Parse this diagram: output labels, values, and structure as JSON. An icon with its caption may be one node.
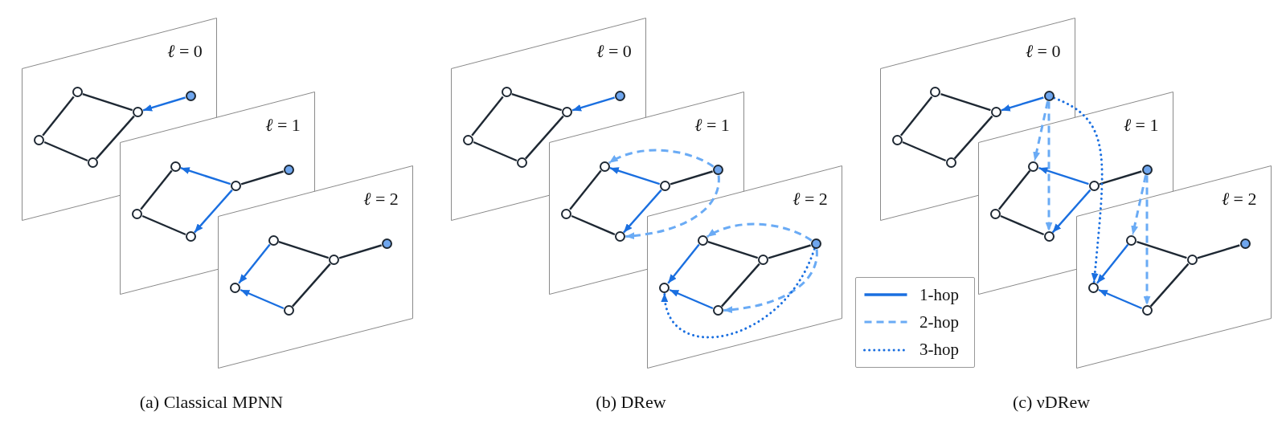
{
  "diagram": {
    "nodes": [
      {
        "text": [
          "*ℓ* = 0"
        ]
      },
      {
        "text": [],
        "shape": "circle",
        "in": 0
      },
      {
        "text": [],
        "shape": "circle",
        "in": 0
      },
      {
        "text": [],
        "shape": "circle",
        "in": 0
      },
      {
        "text": [],
        "shape": "circle",
        "in": 0
      },
      {
        "text": [],
        "shape": "circle",
        "in": 0
      },
      {
        "text": [
          "*ℓ* = 1"
        ]
      },
      {
        "text": [],
        "shape": "circle"
      },
      {
        "text": [],
        "shape": "circle",
        "in": 6
      },
      {
        "text": [],
        "shape": "circle",
        "in": 6
      },
      {
        "text": [],
        "shape": "circle",
        "in": 6
      },
      {
        "text": [],
        "shape": "circle",
        "in": 6
      },
      {
        "text": [
          "*ℓ* = 2"
        ]
      },
      {
        "text": [],
        "shape": "circle"
      },
      {
        "text": [],
        "shape": "circle",
        "in": 12
      },
      {
        "text": [],
        "shape": "circle",
        "in": 12
      },
      {
        "text": [],
        "shape": "circle",
        "in": 12
      },
      {
        "text": [],
        "shape": "circle",
        "in": 12
      },
      {
        "text": [
          "*ℓ* = 0"
        ]
      },
      {
        "text": [],
        "shape": "circle",
        "in": 18
      },
      {
        "text": [],
        "shape": "circle",
        "in": 18
      },
      {
        "text": [],
        "shape": "circle",
        "in": 18
      },
      {
        "text": [],
        "shape": "circle",
        "in": 18
      },
      {
        "text": [],
        "shape": "circle",
        "in": 18
      },
      {
        "text": [
          "*ℓ* = 1"
        ]
      },
      {
        "text": [],
        "shape": "circle"
      },
      {
        "text": [],
        "shape": "circle",
        "in": 24
      },
      {
        "text": [],
        "shape": "circle",
        "in": 24
      },
      {
        "text": [],
        "shape": "circle",
        "in": 24
      },
      {
        "text": [],
        "shape": "circle",
        "in": 24
      },
      {
        "text": [
          "*ℓ* = 2"
        ]
      },
      {
        "text": [],
        "shape": "circle"
      },
      {
        "text": [],
        "shape": "circle",
        "in": 30
      },
      {
        "text": [],
        "shape": "circle",
        "in": 30
      },
      {
        "text": [],
        "shape": "circle",
        "in": 30
      },
      {
        "text": [],
        "shape": "circle",
        "in": 30
      },
      {
        "text": [
          "*ℓ* = 0"
        ]
      },
      {
        "text": [],
        "shape": "circle",
        "in": 36
      },
      {
        "text": [],
        "shape": "circle",
        "in": 36
      },
      {
        "text": [],
        "shape": "circle",
        "in": 36
      },
      {
        "text": [],
        "shape": "circle",
        "in": 36
      },
      {
        "text": [],
        "shape": "circle",
        "in": 36
      },
      {
        "text": [
          "*ℓ* = 1"
        ]
      },
      {
        "text": [],
        "shape": "circle"
      },
      {
        "text": [],
        "shape": "circle",
        "in": 42
      },
      {
        "text": [],
        "shape": "circle",
        "in": 42
      },
      {
        "text": [],
        "shape": "circle",
        "in": 42
      },
      {
        "text": [],
        "shape": "circle",
        "in": 42
      },
      {
        "text": [
          "*ℓ* = 2"
        ]
      },
      {
        "text": [],
        "shape": "circle"
      },
      {
        "text": [],
        "shape": "circle",
        "in": 48
      },
      {
        "text": [],
        "shape": "circle",
        "in": 48
      },
      {
        "text": [],
        "shape": "circle",
        "in": 48
      },
      {
        "text": [],
        "shape": "circle",
        "in": 48
      }
    ],
    "edges": [
      {
        "from": 5,
        "to": 2,
        "arrow": "to",
        "color": "#1a6fe0"
      },
      {
        "from": 1,
        "to": 2,
        "arrow": "none"
      },
      {
        "from": 2,
        "to": 3,
        "arrow": "none"
      },
      {
        "from": 3,
        "to": 4,
        "arrow": "none"
      },
      {
        "from": 4,
        "to": 1,
        "arrow": "none"
      },
      {
        "from": 8,
        "to": 7,
        "arrow": "to",
        "color": "#1a6fe0"
      },
      {
        "from": 8,
        "to": 9,
        "arrow": "to",
        "color": "#1a6fe0"
      },
      {
        "from": 9,
        "to": 10,
        "arrow": "none"
      },
      {
        "from": 10,
        "to": 7,
        "arrow": "none"
      },
      {
        "from": 8,
        "to": 11,
        "arrow": "none"
      },
      {
        "from": 13,
        "to": 16,
        "arrow": "to",
        "color": "#1a6fe0"
      },
      {
        "from": 15,
        "to": 16,
        "arrow": "to",
        "color": "#1a6fe0"
      },
      {
        "from": 13,
        "to": 14,
        "arrow": "none"
      },
      {
        "from": 14,
        "to": 15,
        "arrow": "none"
      },
      {
        "from": 14,
        "to": 17,
        "arrow": "none"
      },
      {
        "from": 23,
        "to": 20,
        "arrow": "to",
        "color": "#1a6fe0"
      },
      {
        "from": 19,
        "to": 20,
        "arrow": "none"
      },
      {
        "from": 20,
        "to": 21,
        "arrow": "none"
      },
      {
        "from": 21,
        "to": 22,
        "arrow": "none"
      },
      {
        "from": 22,
        "to": 19,
        "arrow": "none"
      },
      {
        "from": 26,
        "to": 25,
        "arrow": "to",
        "color": "#1a6fe0"
      },
      {
        "from": 26,
        "to": 27,
        "arrow": "to",
        "color": "#1a6fe0"
      },
      {
        "from": 27,
        "to": 28,
        "arrow": "none"
      },
      {
        "from": 28,
        "to": 25,
        "arrow": "none"
      },
      {
        "from": 26,
        "to": 29,
        "arrow": "none"
      },
      {
        "from": 31,
        "to": 34,
        "arrow": "to",
        "color": "#1a6fe0"
      },
      {
        "from": 33,
        "to": 34,
        "arrow": "to",
        "color": "#1a6fe0"
      },
      {
        "from": 31,
        "to": 32,
        "arrow": "none"
      },
      {
        "from": 32,
        "to": 33,
        "arrow": "none"
      },
      {
        "from": 32,
        "to": 35,
        "arrow": "none"
      },
      {
        "from": 29,
        "to": 25,
        "arrow": "to",
        "style": "dashed",
        "color": "#6aabf5"
      },
      {
        "from": 29,
        "to": 27,
        "arrow": "to",
        "style": "dashed",
        "color": "#6aabf5"
      },
      {
        "from": 35,
        "to": 31,
        "arrow": "to",
        "style": "dashed",
        "color": "#6aabf5"
      },
      {
        "from": 35,
        "to": 33,
        "arrow": "to",
        "style": "dashed",
        "color": "#6aabf5"
      },
      {
        "from": 35,
        "to": 34,
        "arrow": "to",
        "style": "dashed",
        "color": "#1a6fe0"
      },
      {
        "from": 41,
        "to": 38,
        "arrow": "to",
        "color": "#1a6fe0"
      },
      {
        "from": 37,
        "to": 38,
        "arrow": "none"
      },
      {
        "from": 38,
        "to": 39,
        "arrow": "none"
      },
      {
        "from": 39,
        "to": 40,
        "arrow": "none"
      },
      {
        "from": 40,
        "to": 37,
        "arrow": "none"
      },
      {
        "from": 44,
        "to": 43,
        "arrow": "to",
        "color": "#1a6fe0"
      },
      {
        "from": 44,
        "to": 45,
        "arrow": "to",
        "color": "#1a6fe0"
      },
      {
        "from": 45,
        "to": 46,
        "arrow": "none"
      },
      {
        "from": 46,
        "to": 43,
        "arrow": "none"
      },
      {
        "from": 44,
        "to": 47,
        "arrow": "none"
      },
      {
        "from": 49,
        "to": 52,
        "arrow": "to",
        "color": "#1a6fe0"
      },
      {
        "from": 51,
        "to": 52,
        "arrow": "to",
        "color": "#1a6fe0"
      },
      {
        "from": 49,
        "to": 50,
        "arrow": "none"
      },
      {
        "from": 50,
        "to": 51,
        "arrow": "none"
      },
      {
        "from": 50,
        "to": 53,
        "arrow": "none"
      },
      {
        "from": 41,
        "to": 43,
        "arrow": "to",
        "style": "dashed",
        "color": "#6aabf5"
      },
      {
        "from": 41,
        "to": 45,
        "arrow": "to",
        "style": "dashed",
        "color": "#6aabf5"
      },
      {
        "from": 41,
        "to": 52,
        "arrow": "to",
        "style": "dashed",
        "color": "#1a6fe0"
      },
      {
        "from": 47,
        "to": 49,
        "arrow": "to",
        "style": "dashed",
        "color": "#6aabf5"
      },
      {
        "from": 47,
        "to": 51,
        "arrow": "to",
        "style": "dashed",
        "color": "#6aabf5"
      }
    ],
    "labels": [
      "(a) Classical MPNN",
      "(b) DRew",
      "(c) νDRew"
    ],
    "legend": [
      {
        "text": "1-hop"
      },
      {
        "text": "2-hop"
      },
      {
        "text": "3-hop"
      }
    ]
  }
}
